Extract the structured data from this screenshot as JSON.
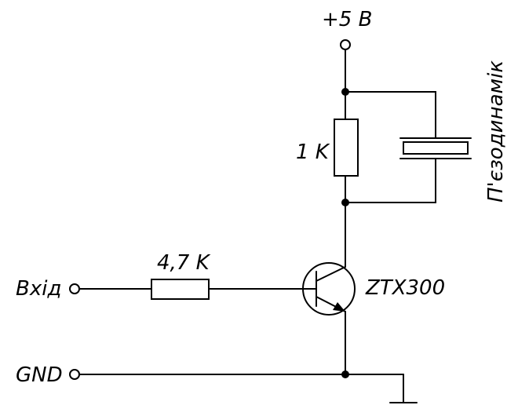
{
  "labels": {
    "supply": "+5 В",
    "r1": "1 K",
    "speaker": "П'єзодинамік",
    "r2": "4,7 K",
    "transistor": "ZTX300",
    "input": "Вхід",
    "gnd": "GND"
  },
  "colors": {
    "ink": "#000000",
    "background": "#ffffff"
  }
}
